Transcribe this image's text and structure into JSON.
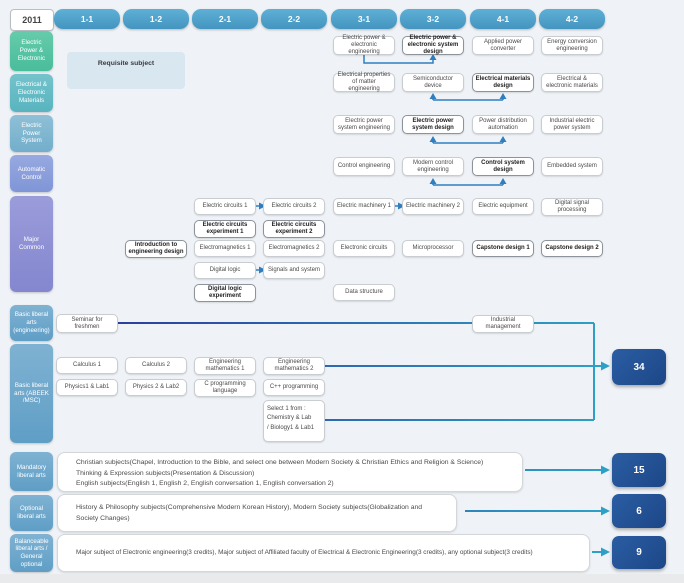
{
  "year": "2011",
  "semesters": [
    "1-1",
    "1-2",
    "2-1",
    "2-2",
    "3-1",
    "3-2",
    "4-1",
    "4-2"
  ],
  "legend_label": "Requisite subject",
  "colors": {
    "header_blue": "#4b9dc7",
    "track_green": "#53c2a2",
    "track_teal": "#66bbc6",
    "track_steel": "#7fb5cf",
    "track_periwinkle": "#8ba0da",
    "major_purple": "#9093d6",
    "liberal_blue": "#6aa6ca",
    "chip_navy": "#1f4e8e",
    "wire_navy": "#2c3e9f",
    "wire_teal": "#2da0c6",
    "arrow_blue": "#2f7ec0"
  },
  "tracks": [
    {
      "name": "Electric Power & Electronic",
      "courses": [
        "Electric power & electronic engineering",
        "Electric power & electronic system design",
        "Applied power converter",
        "Energy conversion engineering"
      ]
    },
    {
      "name": "Electrical & Electronic Materials",
      "courses": [
        "Electrical properties of matter engineering",
        "Semiconductor device",
        "Electrical materials design",
        "Electrical & electronic materials"
      ]
    },
    {
      "name": "Electric Power System",
      "courses": [
        "Electric power system engineering",
        "Electric power system design",
        "Power distribution automation",
        "Industrial electric power system"
      ]
    },
    {
      "name": "Automatic Control",
      "courses": [
        "Control engineering",
        "Modern control engineering",
        "Control system design",
        "Embedded system"
      ]
    }
  ],
  "major_common": {
    "name": "Major Common",
    "row_a": [
      "Electric circuits 1",
      "Electric circuits 2",
      "Electric machinery 1",
      "Electric machinery 2",
      "Electric equipment",
      "Digital signal processing"
    ],
    "row_b": [
      "Electric circuits experiment 1",
      "Electric circuits experiment 2"
    ],
    "row_c": [
      "Introduction to engineering design",
      "Electromagnetics 1",
      "Electromagnetics 2",
      "Electronic circuits",
      "Microprocessor",
      "Capstone design 1",
      "Capstone design 2"
    ],
    "row_d": [
      "Digital logic",
      "Signals and system"
    ],
    "row_e": [
      "Digital logic experiment",
      "Data structure"
    ]
  },
  "liberal_engineering": {
    "name": "Basic liberal arts (engineering)",
    "seminar": "Seminar for freshmen",
    "industrial": "Industrial management"
  },
  "abeek": {
    "name": "Basic liberal arts (ABEEK /MSC)",
    "row_1": [
      "Calculus 1",
      "Calculus 2",
      "Engineering mathematics 1",
      "Engineering mathematics 2"
    ],
    "row_2": [
      "Physics1 & Lab1",
      "Physics 2 & Lab2",
      "C programming language",
      "C++ programming"
    ],
    "select_lines": [
      "Select 1 from :",
      "Chemistry & Lab",
      "/ Biology1 & Lab1"
    ],
    "total_credits": "34"
  },
  "mandatory": {
    "name": "Mandatory liberal arts",
    "lines": [
      "Christian subjects(Chapel, Introduction to the Bible, and select one between Modern Society & Christian Ethics and Religion & Science)",
      "Thinking & Expression subjects(Presentation & Discussion)",
      "English subjects(English 1, English 2, English conversation 1, English conversation 2)"
    ],
    "total_credits": "15"
  },
  "optional": {
    "name": "Optional liberal arts",
    "lines": [
      "History & Philosophy subjects(Comprehensive Modern Korean History), Modern Society subjects(Globalization and Society Changes)"
    ],
    "total_credits": "6"
  },
  "balanceable": {
    "name": "Balanceable liberal arts / General optional",
    "lines": [
      "Major subject of Electronic engineering(3 credits), Major subject of Affiliated faculty of Electrical & Electronic Engineering(3 credits), any optional subject(3 credits)"
    ],
    "total_credits": "9"
  }
}
